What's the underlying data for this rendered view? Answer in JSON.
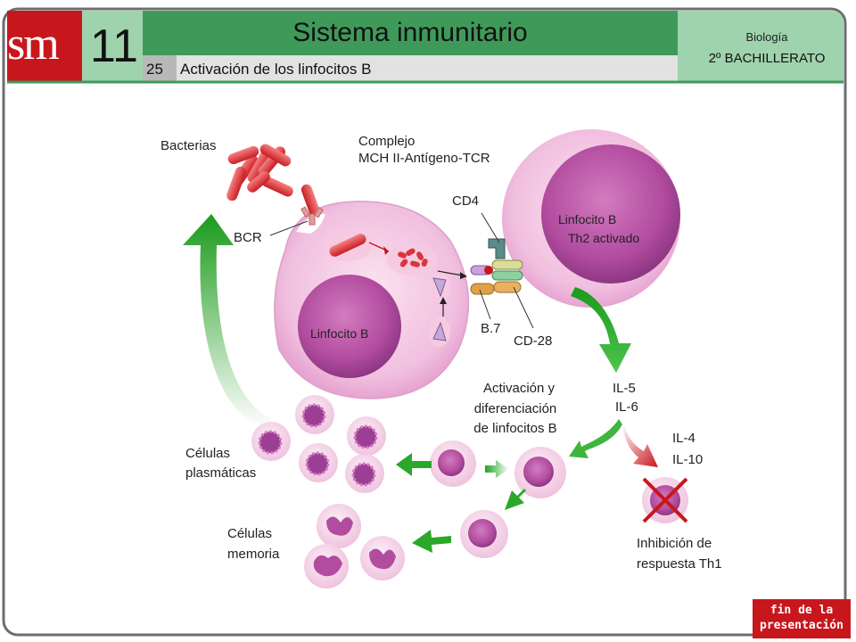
{
  "header": {
    "logo": "sm",
    "unit_number": "11",
    "title": "Sistema inmunitario",
    "slide_number": "25",
    "subtitle": "Activación de los linfocitos B",
    "subject": "Biología",
    "course": "2º BACHILLERATO"
  },
  "diagram": {
    "labels": {
      "bacterias": "Bacterias",
      "complejo_1": "Complejo",
      "complejo_2": "MCH II-Antígeno-TCR",
      "cd4": "CD4",
      "bcr": "BCR",
      "linfocito_b": "Linfocito B",
      "th2_1": "Linfocito B",
      "th2_2": "Th2 activado",
      "b7": "B.7",
      "cd28": "CD-28",
      "activacion_1": "Activación y",
      "activacion_2": "diferenciación",
      "activacion_3": "de linfocitos B",
      "il5": "IL-5",
      "il6": "IL-6",
      "il4": "IL-4",
      "il10": "IL-10",
      "plasmaticas_1": "Células",
      "plasmaticas_2": "plasmáticas",
      "memoria_1": "Células",
      "memoria_2": "memoria",
      "inhibicion_1": "Inhibición de",
      "inhibicion_2": "respuesta Th1"
    }
  },
  "nav": {
    "end_button_line1": "fin de la",
    "end_button_line2": "presentación"
  },
  "colors": {
    "header_green": "#3f9a5a",
    "header_light_green": "#9fd3ae",
    "logo_red": "#c8161d",
    "cell_pink": "#f3c6e2",
    "nucleus_purple": "#b64fa0",
    "arrow_green": "#2aa82a",
    "arrow_red": "#c8161d"
  }
}
